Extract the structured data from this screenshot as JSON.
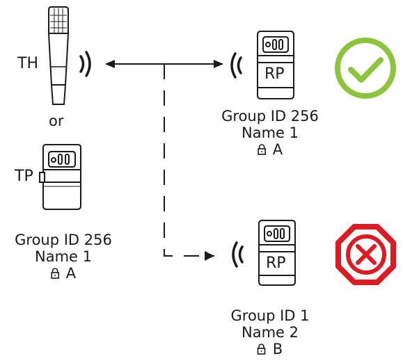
{
  "transmitters": {
    "handheld_label": "TH",
    "or_label": "or",
    "bodypack_label": "TP",
    "info": {
      "group_id": "Group ID 256",
      "name": "Name 1",
      "lock": "A"
    }
  },
  "receivers": [
    {
      "label": "RP",
      "group_id": "Group ID 256",
      "name": "Name 1",
      "lock": "A",
      "status": "connected",
      "status_color": "#8cc43c"
    },
    {
      "label": "RP",
      "group_id": "Group ID 1",
      "name": "Name 2",
      "lock": "B",
      "status": "blocked",
      "status_color": "#e01a22"
    }
  ],
  "icons": {
    "success": "checkmark-icon",
    "failure": "cross-icon",
    "lock": "lock-icon",
    "signal": "signal-waves-icon"
  }
}
